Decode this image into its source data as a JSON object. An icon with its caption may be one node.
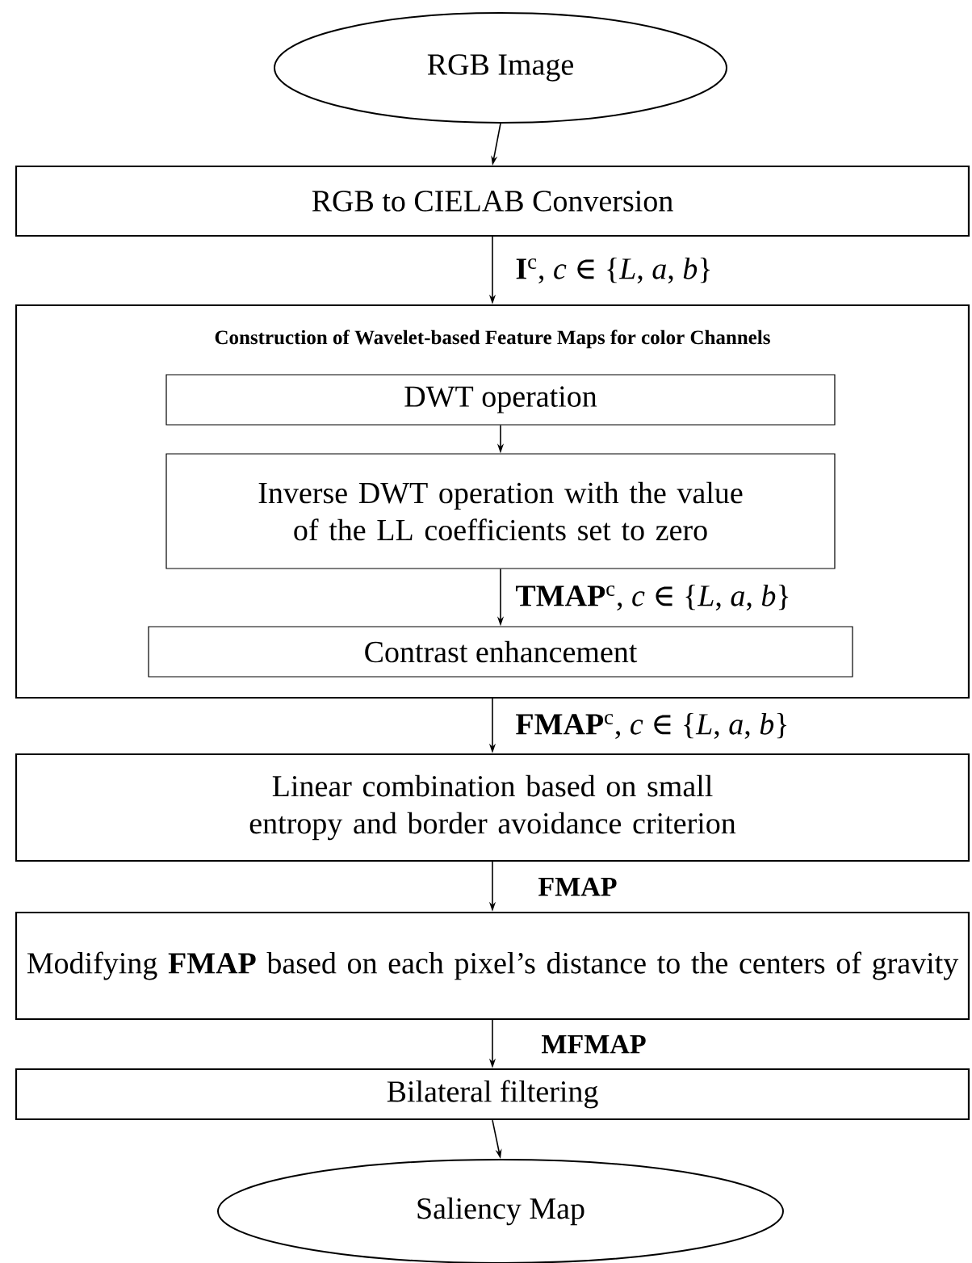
{
  "diagram": {
    "nodes": [
      {
        "text": [
          "RGB Image"
        ]
      },
      {
        "text": [
          "RGB to CIELAB Conversion"
        ]
      },
      {
        "text": [
          "Construction of Wavelet-based Feature Maps for color Channels"
        ]
      },
      {
        "text": [
          "DWT operation"
        ],
        "in": 2
      },
      {
        "text": [
          "Inverse DWT operation with the value of the LL coefficients set to zero"
        ],
        "in": 2
      },
      {
        "text": [
          "Contrast enhancement"
        ],
        "in": 2
      },
      {
        "text": [
          "Linear combination based on small entropy and border avoidance criterion"
        ]
      },
      {
        "text": [
          "Modifying **FMAP** based on each pixel’s distance to the centers of gravity"
        ]
      },
      {
        "text": [
          "Bilateral filtering"
        ]
      },
      {
        "text": [
          "Saliency Map"
        ]
      }
    ],
    "edges": [
      {
        "from": 0,
        "to": 1,
        "arrow": "to"
      },
      {
        "from": 1,
        "to": 2,
        "arrow": "to",
        "label": "**I**$^{c}$, *c* ∈ {*L*, *a*, *b*}"
      },
      {
        "from": 3,
        "to": 4,
        "arrow": "to"
      },
      {
        "from": 4,
        "to": 5,
        "arrow": "to",
        "label": "**TMAP**$^{c}$, *c* ∈ {*L*, *a*, *b*}"
      },
      {
        "from": 2,
        "to": 6,
        "arrow": "to",
        "label": "**FMAP**$^{c}$, *c* ∈ {*L*, *a*, *b*}"
      },
      {
        "from": 6,
        "to": 7,
        "arrow": "to",
        "label": "FMAP"
      },
      {
        "from": 7,
        "to": 8,
        "arrow": "to",
        "label": "MFMAP"
      },
      {
        "from": 8,
        "to": 9,
        "arrow": "to"
      }
    ]
  }
}
